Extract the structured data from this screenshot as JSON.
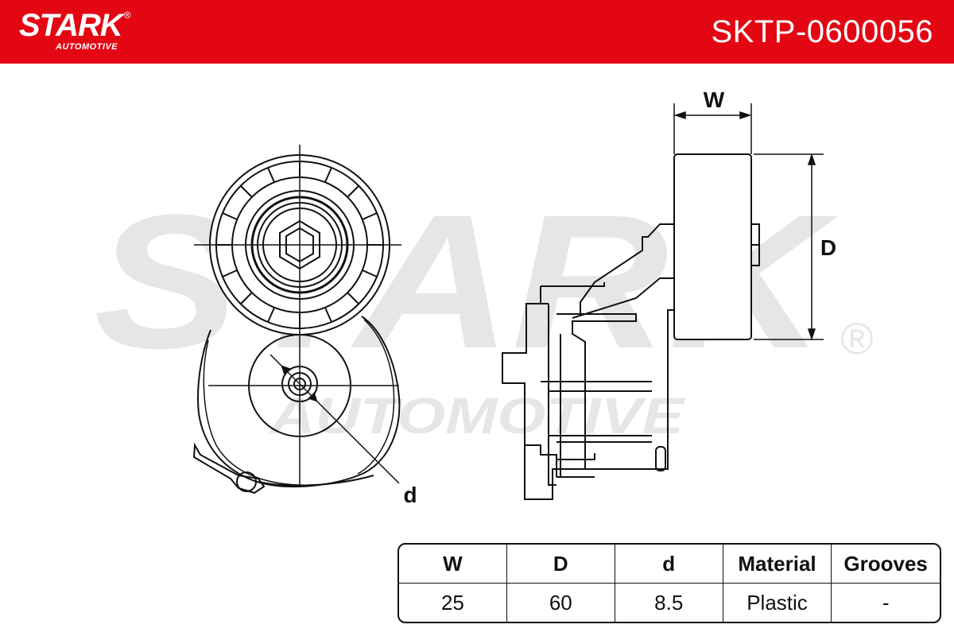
{
  "brand": {
    "name": "STARK",
    "registered_mark": "®",
    "subtitle": "AUTOMOTIVE",
    "color": "#e30613"
  },
  "part_number": "SKTP-0600056",
  "watermark": {
    "text": "STARK",
    "subtitle": "AUTOMOTIVE",
    "registered_mark": "®",
    "color": "#e6e6e6"
  },
  "diagram": {
    "labels": {
      "width": "W",
      "diameter": "D",
      "bore": "d"
    }
  },
  "specs": {
    "headers": [
      "W",
      "D",
      "d",
      "Material",
      "Grooves"
    ],
    "values": [
      "25",
      "60",
      "8.5",
      "Plastic",
      "-"
    ]
  }
}
